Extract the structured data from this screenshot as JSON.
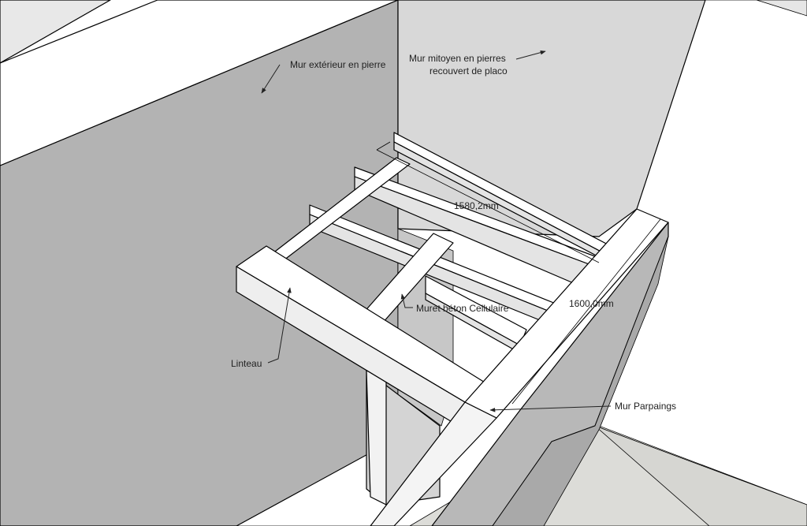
{
  "labels": {
    "exterior_wall": "Mur extérieur en pierre",
    "party_wall_line1": "Mur mitoyen en pierres",
    "party_wall_line2": "recouvert de placo",
    "dimension_joists": "1580,2mm",
    "dimension_beam": "1600,0mm",
    "cellular_wall": "Muret béton Cellulaire",
    "lintel": "Linteau",
    "block_wall": "Mur Parpaings"
  },
  "colors": {
    "exterior_wall_face": "#b3b3b3",
    "party_wall_face": "#d8d8d8",
    "wall_top": "#ffffff",
    "floor": "#dcdcd8",
    "timber_top": "#ffffff",
    "timber_side": "#e4e4e4",
    "block_wall_face": "#b8b8b8"
  }
}
